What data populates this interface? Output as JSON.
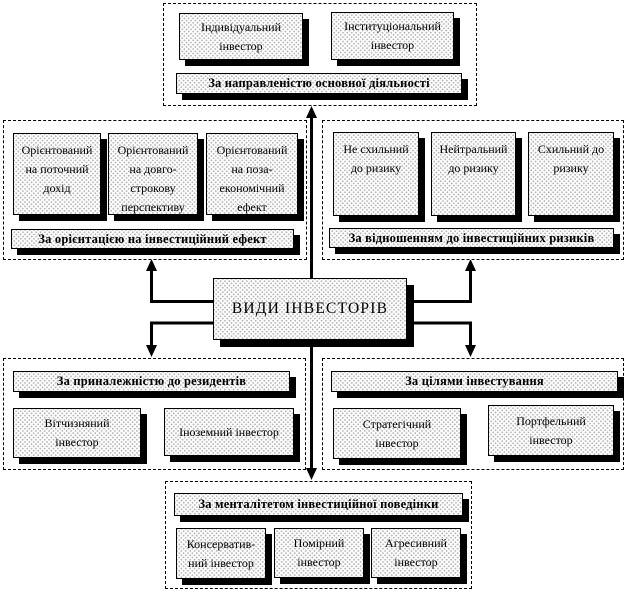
{
  "diagram": {
    "center": {
      "title": "ВИДИ ІНВЕСТОРІВ"
    },
    "sections": {
      "direction": {
        "title": "За направленістю основної діяльності",
        "items": [
          "Індивідуальний інвестор",
          "Інституціональний інвестор"
        ]
      },
      "orientation": {
        "title": "За орієнтацією на інвестиційний ефект",
        "items": [
          "Орієнтований на поточний дохід",
          "Орієнтований на довго-строкову перспективу",
          "Орієнтований на поза-економічний ефект"
        ]
      },
      "risk": {
        "title": "За відношенням до інвестиційних ризиків",
        "items": [
          "Не схильний до ризику",
          "Нейтральний до ризику",
          "Схильний до ризику"
        ]
      },
      "residency": {
        "title": "За приналежністю до резидентів",
        "items": [
          "Вітчизняний інвестор",
          "Іноземний інвестор"
        ]
      },
      "goals": {
        "title": "За цілями інвестування",
        "items": [
          "Стратегічний інвестор",
          "Портфельний інвестор"
        ]
      },
      "mentality": {
        "title": "За менталітетом інвестиційної поведінки",
        "items": [
          "Консерватив-ний інвестор",
          "Помірний інвестор",
          "Агресивний інвестор"
        ]
      }
    },
    "colors": {
      "line": "#000000",
      "box_border": "#000000",
      "shadow": "#000000",
      "dot_pattern": "#b4b4b4",
      "background": "#ffffff"
    }
  }
}
